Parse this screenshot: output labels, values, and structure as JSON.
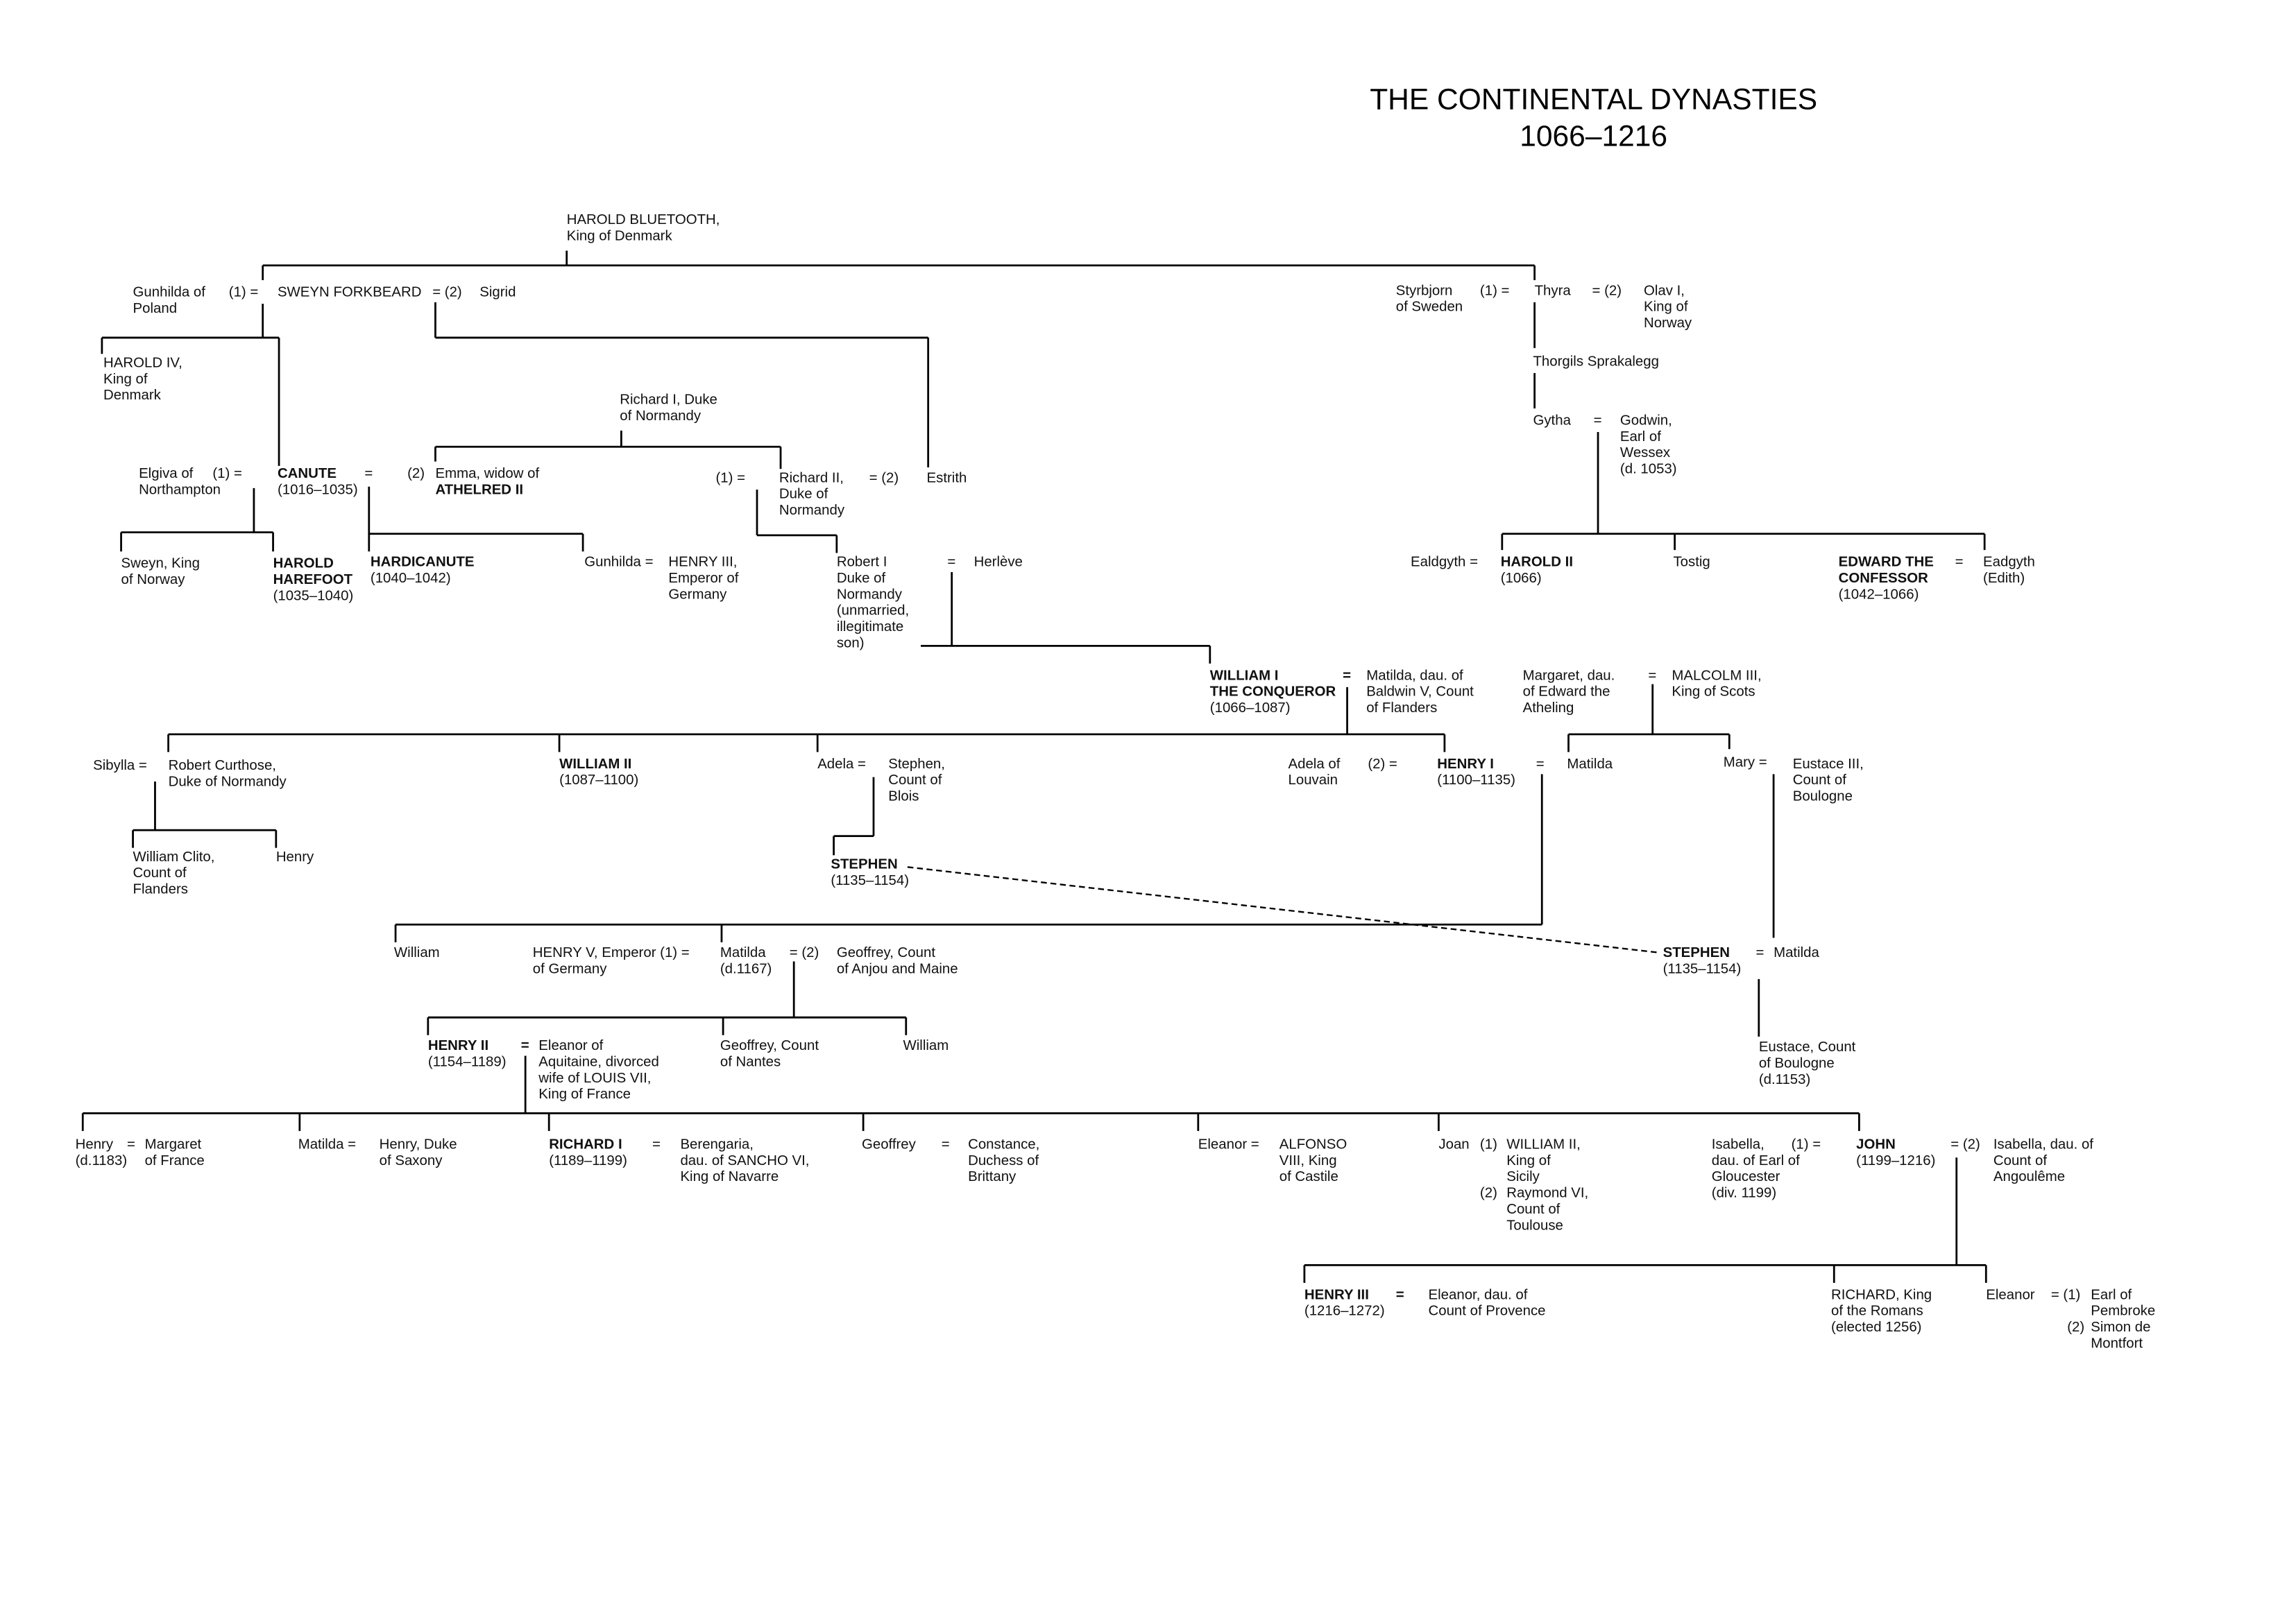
{
  "title": "THE CONTINENTAL DYNASTIES",
  "subtitle": "1066–1216",
  "labels": {
    "bluetooth": [
      "HAROLD BLUETOOTH,",
      "King of Denmark"
    ],
    "gunhilda_poland": [
      "Gunhilda of",
      "Poland"
    ],
    "sweyn_m1": [
      "(1)  ="
    ],
    "sweyn": [
      "SWEYN FORKBEARD"
    ],
    "sweyn_m2": [
      "=  (2)"
    ],
    "sigrid": [
      "Sigrid"
    ],
    "harold_iv": [
      "HAROLD IV,",
      "King of",
      "Denmark"
    ],
    "richard_i": [
      "Richard I, Duke",
      "of Normandy"
    ],
    "elgiva": [
      "Elgiva of",
      "Northampton"
    ],
    "canute_m1": [
      "(1)   ="
    ],
    "canute": [
      "CANUTE",
      "(1016–1035)"
    ],
    "canute_eq": [
      "="
    ],
    "canute_m2": [
      "(2)"
    ],
    "emma": [
      "Emma, widow of",
      "ATHELRED II"
    ],
    "richard_ii_m1": [
      "(1)    ="
    ],
    "richard_ii": [
      "Richard II,",
      "Duke of",
      "Normandy"
    ],
    "richard_ii_m2": [
      "=    (2)"
    ],
    "estrith": [
      "Estrith"
    ],
    "sweyn_norway": [
      "Sweyn, King",
      "of Norway"
    ],
    "harefoot": [
      "HAROLD",
      "HAREFOOT",
      "(1035–1040)"
    ],
    "hardicanute": [
      "HARDICANUTE",
      "(1040–1042)"
    ],
    "gunhilda": [
      "Gunhilda ="
    ],
    "henry_iii_emp": [
      "HENRY III,",
      "Emperor of",
      "Germany"
    ],
    "robert_i": [
      "Robert I",
      "Duke of",
      "Normandy",
      "(unmarried,",
      "illegitimate",
      "son)"
    ],
    "robert_eq": [
      "="
    ],
    "herleve": [
      "Herlève"
    ],
    "styrbjorn": [
      "Styrbjorn",
      "of Sweden"
    ],
    "thyra_m1": [
      "(1)  ="
    ],
    "thyra": [
      "Thyra"
    ],
    "thyra_m2": [
      "= (2)"
    ],
    "olav": [
      "Olav I,",
      "King of",
      "Norway"
    ],
    "thorgils": [
      "Thorgils Sprakalegg"
    ],
    "gytha": [
      "Gytha"
    ],
    "gytha_eq": [
      "="
    ],
    "godwin": [
      "Godwin,",
      "Earl of",
      "Wessex",
      "(d. 1053)"
    ],
    "ealdgyth": [
      "Ealdgyth  ="
    ],
    "harold_ii": [
      "HAROLD II",
      "(1066)"
    ],
    "tostig": [
      "Tostig"
    ],
    "edward": [
      "EDWARD THE",
      "CONFESSOR",
      "(1042–1066)"
    ],
    "edward_eq": [
      "="
    ],
    "eadgyth": [
      "Eadgyth",
      "(Edith)"
    ],
    "william_i": [
      "WILLIAM I",
      "THE CONQUEROR",
      "(1066–1087)"
    ],
    "william_eq": [
      "="
    ],
    "matilda_fl": [
      "Matilda, dau. of",
      "Baldwin V, Count",
      "of Flanders"
    ],
    "margaret": [
      "Margaret, dau.",
      "of Edward the",
      "Atheling"
    ],
    "malcolm_eq": [
      "="
    ],
    "malcolm": [
      "MALCOLM III,",
      "King of Scots"
    ],
    "sibylla": [
      "Sibylla ="
    ],
    "robert_c": [
      "Robert Curthose,",
      "Duke of Normandy"
    ],
    "william_ii": [
      "WILLIAM II",
      "(1087–1100)"
    ],
    "adela": [
      "Adela ="
    ],
    "stephen_blois": [
      "Stephen,",
      "Count of",
      "Blois"
    ],
    "adela_louvain": [
      "Adela of",
      "Louvain"
    ],
    "henry_i_m2": [
      "(2)  ="
    ],
    "henry_i": [
      "HENRY I",
      "(1100–1135)"
    ],
    "henry_i_eq": [
      "="
    ],
    "matilda_sc": [
      "Matilda"
    ],
    "mary": [
      "Mary ="
    ],
    "eustace_iii": [
      "Eustace III,",
      "Count of",
      "Boulogne"
    ],
    "william_clito": [
      "William Clito,",
      "Count of",
      "Flanders"
    ],
    "henry_rc": [
      "Henry"
    ],
    "stephen1": [
      "STEPHEN",
      "(1135–1154)"
    ],
    "william_h": [
      "William"
    ],
    "henry_v": [
      "HENRY V, Emperor (1) =",
      "of Germany"
    ],
    "matilda_emp": [
      "Matilda",
      "(d.1167)"
    ],
    "matilda_emp_m2": [
      "= (2)"
    ],
    "geoffrey_anjou": [
      "Geoffrey, Count",
      "of Anjou and Maine"
    ],
    "stephen2": [
      "STEPHEN",
      "(1135–1154)"
    ],
    "stephen2_eq": [
      "="
    ],
    "matilda_b": [
      "Matilda"
    ],
    "henry_ii": [
      "HENRY II",
      "(1154–1189)"
    ],
    "henry_ii_eq": [
      "="
    ],
    "eleanor_aq": [
      "Eleanor of",
      "Aquitaine, divorced",
      "wife of LOUIS VII,",
      "King of France"
    ],
    "geoffrey_nantes": [
      "Geoffrey, Count",
      "of Nantes"
    ],
    "william_g": [
      "William"
    ],
    "eustace_c": [
      "Eustace, Count",
      "of Boulogne",
      "(d.1153)"
    ],
    "henry_y": [
      "Henry",
      "(d.1183)"
    ],
    "henry_y_eq": [
      "="
    ],
    "margaret_f": [
      "Margaret",
      "of France"
    ],
    "matilda_s": [
      "Matilda  ="
    ],
    "henry_saxony": [
      "Henry, Duke",
      "of Saxony"
    ],
    "richard_i_k": [
      "RICHARD I",
      "(1189–1199)"
    ],
    "richard_eq": [
      "="
    ],
    "berengaria": [
      "Berengaria,",
      "dau. of SANCHO VI,",
      "King of Navarre"
    ],
    "geoffrey_b": [
      "Geoffrey"
    ],
    "geoffrey_eq": [
      "="
    ],
    "constance": [
      "Constance,",
      "Duchess of",
      "Brittany"
    ],
    "eleanor_c": [
      "Eleanor  ="
    ],
    "alfonso": [
      "ALFONSO",
      "VIII, King",
      "of Castile"
    ],
    "joan": [
      "Joan"
    ],
    "joan_m1": [
      "(1)"
    ],
    "william_sicily": [
      "WILLIAM II,",
      "King of",
      "Sicily"
    ],
    "joan_m2": [
      "(2)"
    ],
    "raymond": [
      "Raymond VI,",
      "Count of",
      "Toulouse"
    ],
    "isabella_g": [
      "Isabella,",
      "dau. of Earl of",
      "Gloucester",
      "(div. 1199)"
    ],
    "isabella_m1": [
      "(1)  ="
    ],
    "john": [
      "JOHN",
      "(1199–1216)"
    ],
    "john_m2": [
      "= (2)"
    ],
    "isabella_a": [
      "Isabella, dau. of",
      "Count of",
      "Angoulême"
    ],
    "henry_iii": [
      "HENRY III",
      "(1216–1272)"
    ],
    "henry_iii_eq": [
      "="
    ],
    "eleanor_p": [
      "Eleanor, dau. of",
      "Count of Provence"
    ],
    "richard_rom": [
      "RICHARD, King",
      "of the Romans",
      "(elected 1256)"
    ],
    "eleanor_j": [
      "Eleanor"
    ],
    "eleanor_j_m1": [
      "= (1)"
    ],
    "pembroke": [
      "Earl of",
      "Pembroke"
    ],
    "eleanor_j_m2": [
      "(2)"
    ],
    "montfort": [
      "Simon de",
      "Montfort"
    ]
  }
}
